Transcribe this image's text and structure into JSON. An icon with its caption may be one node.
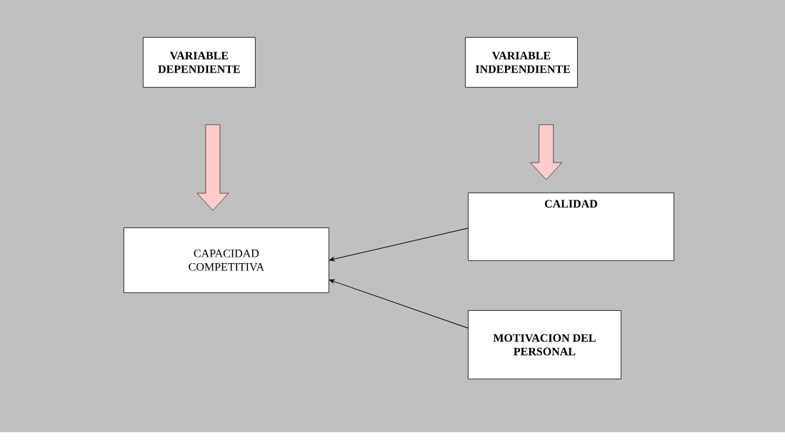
{
  "diagram": {
    "nodes": [
      {
        "text": [
          "VARIABLE DEPENDIENTE"
        ]
      },
      {
        "text": [
          "VARIABLE INDEPENDIENTE"
        ]
      },
      {
        "text": [
          "CAPACIDAD COMPETITIVA"
        ]
      },
      {
        "text": [
          "CALIDAD"
        ]
      },
      {
        "text": [
          "MOTIVACION DEL PERSONAL"
        ]
      }
    ],
    "edges": [
      {
        "from": 0,
        "to": 2,
        "arrow": "to",
        "style": "thick",
        "color": "#ffcccc"
      },
      {
        "from": 1,
        "to": 3,
        "arrow": "to",
        "style": "thick",
        "color": "#ffcccc"
      },
      {
        "from": 3,
        "to": 2,
        "arrow": "to"
      },
      {
        "from": 4,
        "to": 2,
        "arrow": "to"
      }
    ]
  }
}
